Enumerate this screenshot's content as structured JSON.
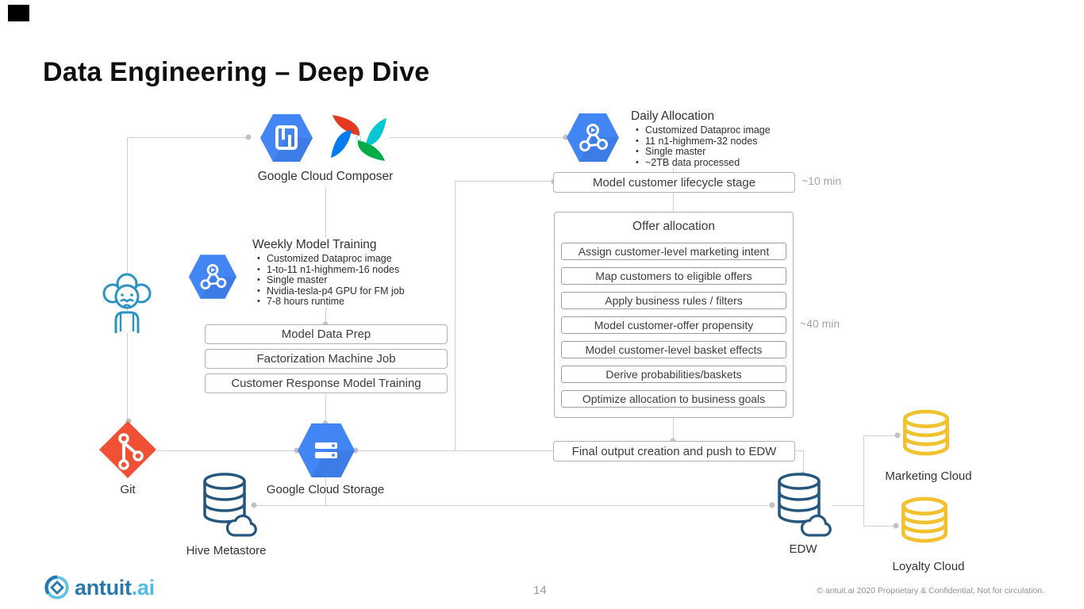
{
  "slide": {
    "title": "Data Engineering – Deep Dive",
    "page_number": "14",
    "copyright": "© antuit.ai 2020 Proprietary & Confidential; Not for circulation.",
    "logo_primary": "antuit",
    "logo_suffix": ".ai"
  },
  "diagram": {
    "composer": {
      "label": "Google Cloud Composer"
    },
    "daily_allocation": {
      "title": "Daily Allocation",
      "bullets": [
        "Customized Dataproc image",
        "11 n1-highmem-32 nodes",
        "Single master",
        "~2TB data processed"
      ]
    },
    "weekly_training": {
      "title": "Weekly Model Training",
      "bullets": [
        "Customized Dataproc image",
        "1-to-11 n1-highmem-16 nodes",
        "Single master",
        "Nvidia-tesla-p4 GPU for FM job",
        "7-8 hours runtime"
      ]
    },
    "training_steps": [
      "Model Data Prep",
      "Factorization Machine Job",
      "Customer Response Model Training"
    ],
    "lifecycle_box": "Model customer lifecycle stage",
    "lifecycle_time": "~10 min",
    "offer_allocation": {
      "title": "Offer allocation",
      "time": "~40 min",
      "steps": [
        "Assign customer-level marketing intent",
        "Map customers to eligible offers",
        "Apply business rules / filters",
        "Model customer-offer propensity",
        "Model customer-level basket effects",
        "Derive probabilities/baskets",
        "Optimize allocation to business goals"
      ]
    },
    "final_output_box": "Final output creation and push to EDW",
    "nodes": {
      "git": "Git",
      "gcs": "Google Cloud Storage",
      "hive": "Hive Metastore",
      "edw": "EDW",
      "marketing": "Marketing Cloud",
      "loyalty": "Loyalty Cloud"
    }
  },
  "colors": {
    "google_blue": "#4285F4",
    "git_orange": "#F05033",
    "navy": "#25567D",
    "gold": "#F1C12E",
    "teal_person": "#2B93C4",
    "line_gray": "#CFCFCF"
  }
}
